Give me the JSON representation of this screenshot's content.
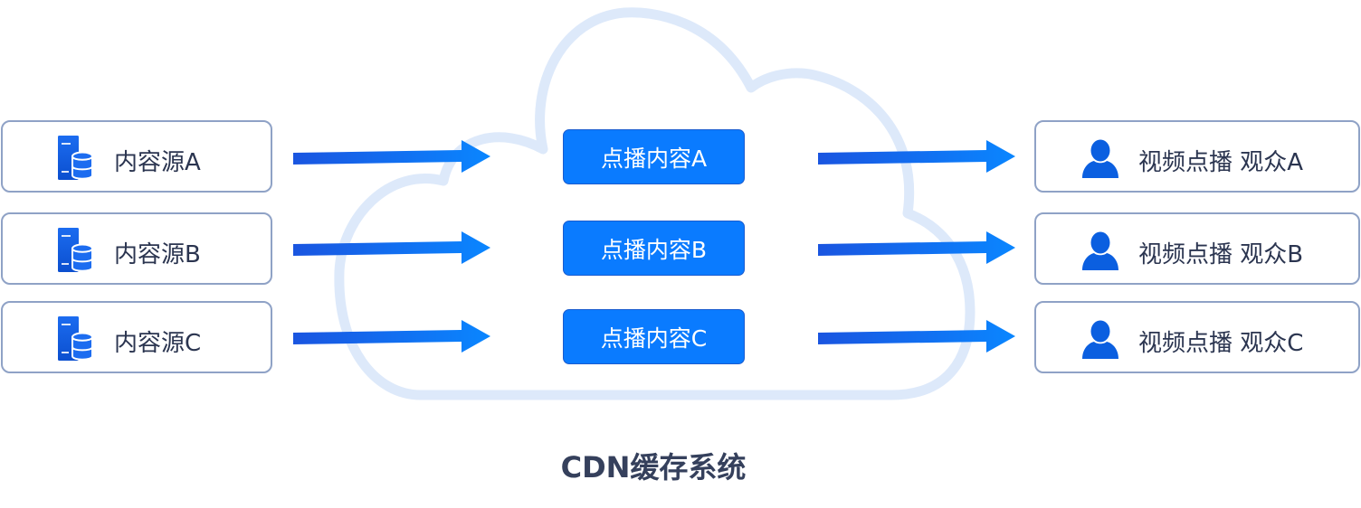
{
  "colors": {
    "accent": "#0a7bff",
    "cloud_outline": "#dde9fa",
    "box_border": "#8fa2c6",
    "text": "#2b3550",
    "caption": "#35405c"
  },
  "sources": [
    {
      "label": "内容源A",
      "icon": "server-database-icon"
    },
    {
      "label": "内容源B",
      "icon": "server-database-icon"
    },
    {
      "label": "内容源C",
      "icon": "server-database-icon"
    }
  ],
  "cdn": {
    "items": [
      {
        "label": "点播内容A"
      },
      {
        "label": "点播内容B"
      },
      {
        "label": "点播内容C"
      }
    ],
    "caption": "CDN缓存系统",
    "icon": "cloud-icon"
  },
  "viewers": [
    {
      "label": "视频点播 观众A",
      "icon": "user-icon"
    },
    {
      "label": "视频点播 观众B",
      "icon": "user-icon"
    },
    {
      "label": "视频点播 观众C",
      "icon": "user-icon"
    }
  ]
}
